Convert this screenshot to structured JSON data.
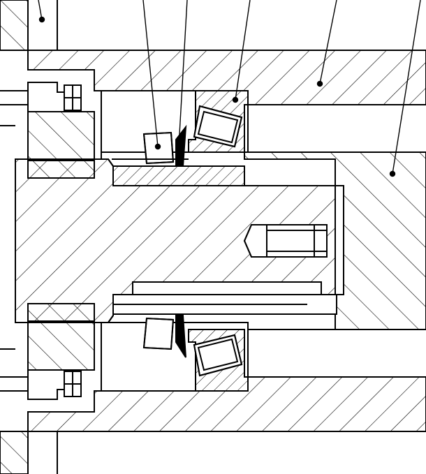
{
  "drawing": {
    "kind": "mechanical cross-section",
    "line_color": "#000000",
    "background": "#ffffff",
    "hatch_pattern": "diagonal"
  },
  "parts": [
    {
      "id": "housing-upper"
    },
    {
      "id": "housing-lower"
    },
    {
      "id": "shaft"
    },
    {
      "id": "flange"
    },
    {
      "id": "locknut-upper"
    },
    {
      "id": "locknut-lower"
    },
    {
      "id": "tapered-roller-bearing-upper"
    },
    {
      "id": "tapered-roller-bearing-lower"
    },
    {
      "id": "spacer-sleeve"
    },
    {
      "id": "end-plug"
    }
  ],
  "leader_lines": [
    {
      "id": "leader-1"
    },
    {
      "id": "leader-2"
    },
    {
      "id": "leader-3"
    },
    {
      "id": "leader-4"
    },
    {
      "id": "leader-5"
    },
    {
      "id": "leader-6"
    }
  ]
}
